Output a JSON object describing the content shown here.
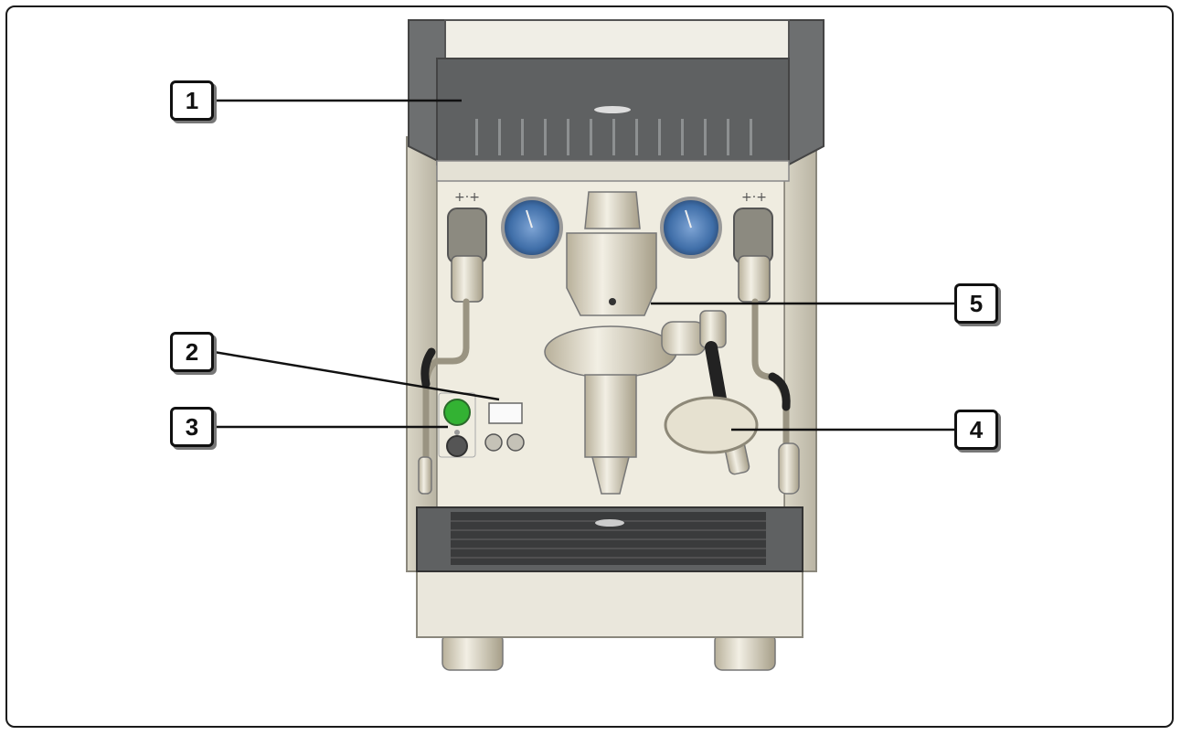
{
  "callouts": [
    {
      "id": "1",
      "label": "1"
    },
    {
      "id": "2",
      "label": "2"
    },
    {
      "id": "3",
      "label": "3"
    },
    {
      "id": "4",
      "label": "4"
    },
    {
      "id": "5",
      "label": "5"
    }
  ],
  "colors": {
    "body_light": "#e6e3d6",
    "body_shade": "#cfcbbb",
    "dark_panel": "#6d6f70",
    "gauge_blue": "#3f6ea8",
    "power_green": "#33b233",
    "chrome": "#d8d2be"
  }
}
